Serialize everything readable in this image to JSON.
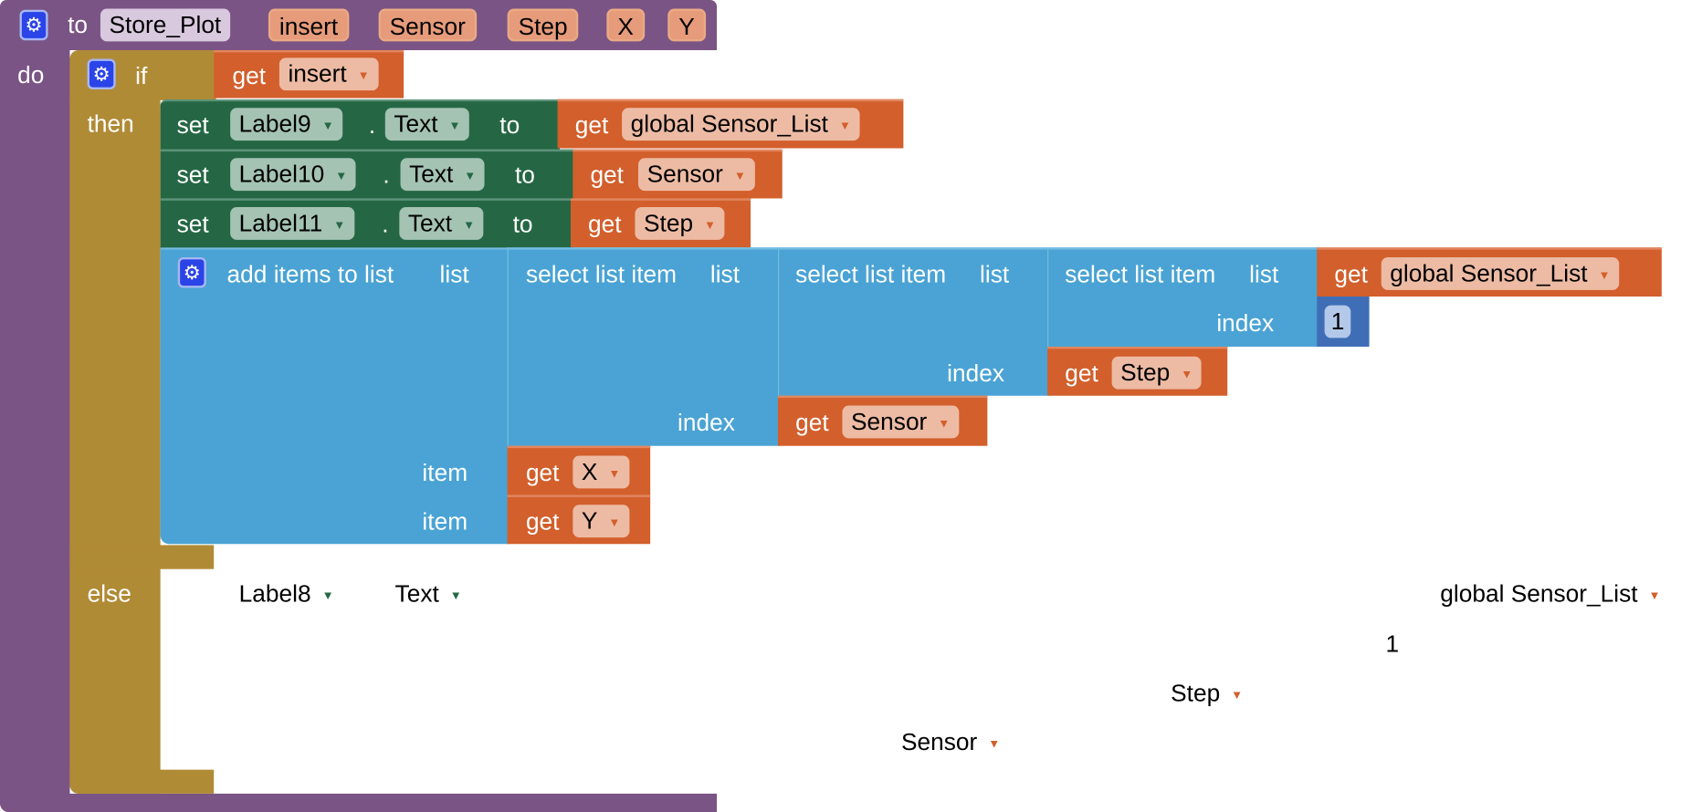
{
  "procedure": {
    "keyword_to": "to",
    "name": "Store_Plot",
    "params": [
      "insert",
      "Sensor",
      "Step",
      "X",
      "Y"
    ],
    "keyword_do": "do"
  },
  "if_block": {
    "keyword_if": "if",
    "condition": {
      "get": "get",
      "var": "insert"
    },
    "keyword_then": "then",
    "keyword_else": "else"
  },
  "setters": [
    {
      "set": "set",
      "component": "Label9",
      "property": "Text",
      "dot": ".",
      "to": "to",
      "get": "get",
      "var": "global Sensor_List"
    },
    {
      "set": "set",
      "component": "Label10",
      "property": "Text",
      "dot": ".",
      "to": "to",
      "get": "get",
      "var": "Sensor"
    },
    {
      "set": "set",
      "component": "Label11",
      "property": "Text",
      "dot": ".",
      "to": "to",
      "get": "get",
      "var": "Step"
    }
  ],
  "add_items": {
    "title": "add items to list",
    "list_label": "list",
    "item_label": "item",
    "select_title": "select list item",
    "index_label": "index",
    "innermost_list": {
      "get": "get",
      "var": "global Sensor_List"
    },
    "innermost_index": "1",
    "middle_index": {
      "get": "get",
      "var": "Step"
    },
    "outer_index": {
      "get": "get",
      "var": "Sensor"
    },
    "items": [
      {
        "get": "get",
        "var": "X"
      },
      {
        "get": "get",
        "var": "Y"
      }
    ]
  },
  "else_ghost": {
    "component": "Label8",
    "property": "Text",
    "var_list": "global Sensor_List",
    "index_num": "1",
    "var_step": "Step",
    "var_sensor": "Sensor"
  },
  "colors": {
    "procedure": "#7a5484",
    "control": "#b08b36",
    "component_setter": "#256744",
    "list": "#4aa3d4",
    "variable": "#d25f2c",
    "math": "#3f6eb6"
  }
}
